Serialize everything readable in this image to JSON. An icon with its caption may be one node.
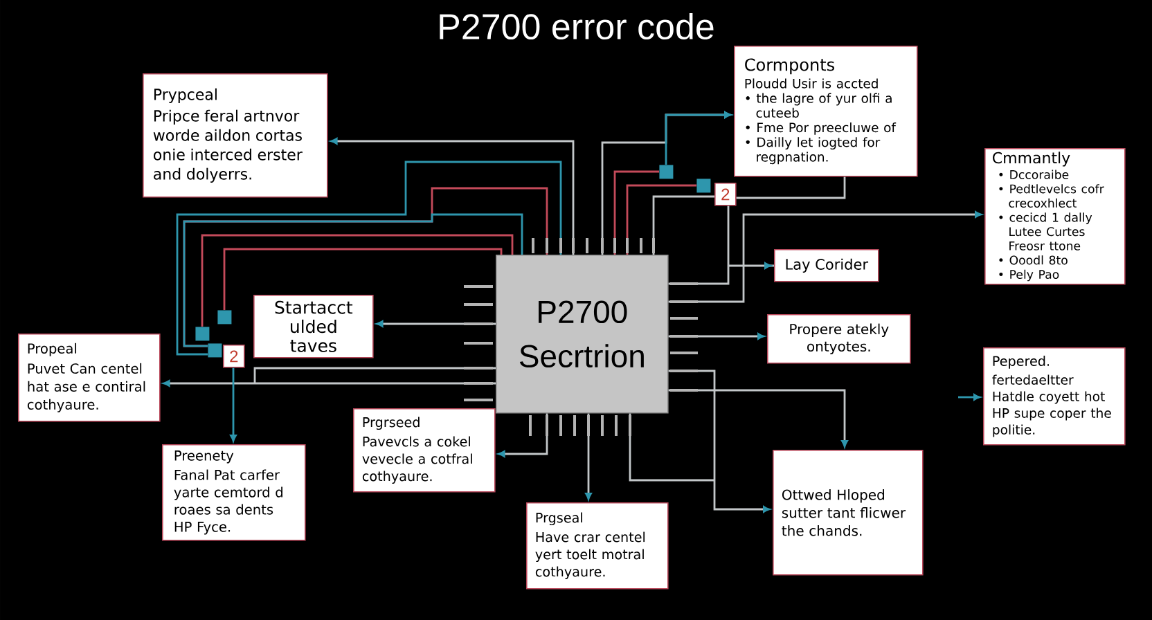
{
  "diagram": {
    "title": "P2700 error code",
    "nodes": [
      {
        "text": [
          "P2700 Secrtrion"
        ]
      },
      {
        "text": [
          "Prypceal",
          "Pripce feral artnvor worde aildon cortas onie interced erster and dolyerrs."
        ]
      },
      {
        "text": [
          "Cormponts",
          "Ploudd Usir is accted",
          "• the lagre of yur olfi a cuteeb",
          "• Fme Por preecluwe of",
          "• Dailly let iogted for regpnation."
        ]
      },
      {
        "text": [
          "Cmmantly",
          "• Dccoraibe",
          "• Pedtlevelcs cofr crecoxhlect",
          "• cecicd 1 dally Lutee Curtes Freosr ttone",
          "• Ooodl 8to",
          "• Pely Pao"
        ]
      },
      {
        "text": [
          "Lay Corider"
        ]
      },
      {
        "text": [
          "Startacct ulded taves"
        ]
      },
      {
        "text": [
          "Propeal",
          "Puvet Can centel hat ase e contiral cothyaure."
        ]
      },
      {
        "text": [
          "Propere atekly ontyotes."
        ]
      },
      {
        "text": [
          "Pepered.",
          "fertedaeltter Hatdle coyett hot HP supe coper the politie."
        ]
      },
      {
        "text": [
          "Prgrseed",
          "Pavevcls a cokel vevecle a cotfral cothyaure."
        ]
      },
      {
        "text": [
          "Preenety",
          "Fanal Pat carfer yarte cemtord d roaes sa dents HP Fyce."
        ]
      },
      {
        "text": [
          "Prgseal",
          "Have crar centel yert toelt motral cothyaure."
        ]
      },
      {
        "text": [
          "Ottwed Hloped sutter tant flicwer the chands."
        ]
      },
      {
        "text": [
          "2"
        ]
      },
      {
        "text": [
          "2"
        ]
      },
      {
        "text": [],
        "shape": "box"
      },
      {
        "text": [],
        "shape": "box"
      },
      {
        "text": [],
        "shape": "box"
      },
      {
        "text": [],
        "shape": "box"
      },
      {
        "text": [],
        "shape": "box"
      }
    ],
    "edges": [
      {
        "from": 0,
        "to": 1,
        "arrow": "to"
      },
      {
        "from": 0,
        "to": 2,
        "arrow": "to"
      },
      {
        "from": 15,
        "to": 2,
        "arrow": "to",
        "color": "#2e96ad"
      },
      {
        "from": 0,
        "to": 15,
        "arrow": "none",
        "color": "#c44a5a"
      },
      {
        "from": 0,
        "to": 16,
        "arrow": "none",
        "color": "#c44a5a"
      },
      {
        "from": 0,
        "to": 13,
        "arrow": "none"
      },
      {
        "from": 2,
        "to": 13,
        "arrow": "none"
      },
      {
        "from": 13,
        "to": 4,
        "arrow": "to"
      },
      {
        "from": 0,
        "to": 4,
        "arrow": "to"
      },
      {
        "from": 0,
        "to": 3,
        "arrow": "to"
      },
      {
        "from": 0,
        "to": 7,
        "arrow": "to"
      },
      {
        "from": 0,
        "to": 12,
        "arrow": "to"
      },
      {
        "from": 0,
        "to": 12,
        "arrow": "to"
      },
      {
        "from": 0,
        "to": 11,
        "arrow": "to"
      },
      {
        "from": 0,
        "to": 9,
        "arrow": "to"
      },
      {
        "from": 0,
        "to": 5,
        "arrow": "to"
      },
      {
        "from": 0,
        "to": 6,
        "arrow": "to"
      },
      {
        "from": 14,
        "to": 10,
        "arrow": "to",
        "color": "#2e96ad"
      },
      {
        "from": null,
        "to": 8,
        "arrow": "to",
        "color": "#2e96ad"
      },
      {
        "from": 0,
        "to": 18,
        "arrow": "none",
        "color": "#c44a5a"
      },
      {
        "from": 0,
        "to": 17,
        "arrow": "none",
        "color": "#c44a5a"
      },
      {
        "from": 0,
        "to": 19,
        "arrow": "none",
        "color": "#2e96ad"
      },
      {
        "from": 0,
        "to": 19,
        "arrow": "none",
        "color": "#c44a5a"
      },
      {
        "from": 0,
        "to": 19,
        "arrow": "none",
        "color": "#2e96ad"
      }
    ]
  }
}
